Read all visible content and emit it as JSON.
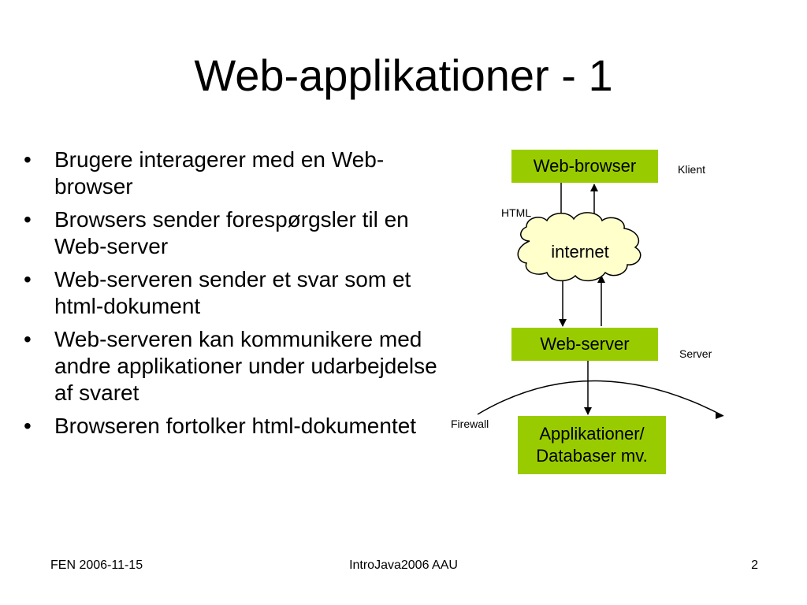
{
  "slide": {
    "title": "Web-applikationer - 1",
    "bullets": [
      "Brugere interagerer med en Web-browser",
      "Browsers sender forespørgsler til en Web-server",
      "Web-serveren sender et svar som et html-dokument",
      "Web-serveren kan kommunikere med andre applikationer under udarbejdelse af svaret",
      "Browseren fortolker html-dokumentet"
    ]
  },
  "diagram": {
    "browser_box": "Web-browser",
    "server_box": "Web-server",
    "app_box_line1": "Applikationer/",
    "app_box_line2": "Databaser mv.",
    "cloud_label": "internet",
    "klient_label": "Klient",
    "html_label": "HTML",
    "server_label": "Server",
    "firewall_label": "Firewall",
    "box_color": "#99cc00",
    "cloud_color": "#ffffcc"
  },
  "footer": {
    "left": "FEN 2006-11-15",
    "center": "IntroJava2006 AAU",
    "right": "2"
  }
}
